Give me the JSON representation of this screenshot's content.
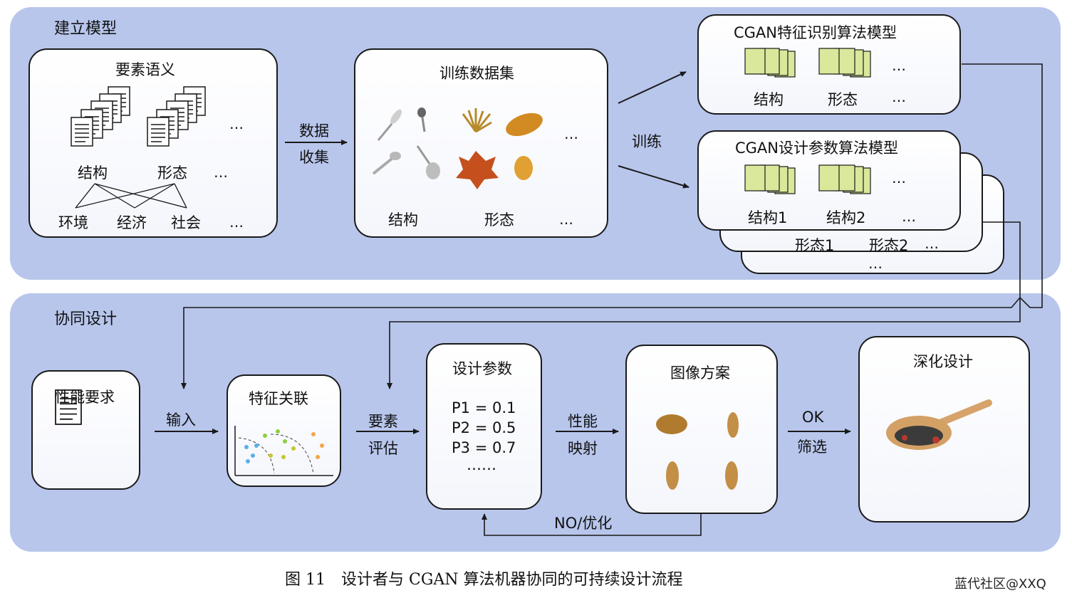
{
  "top": {
    "title": "建立模型",
    "semantics": {
      "title": "要素语义",
      "doc_labels": [
        "结构",
        "形态"
      ],
      "factors": [
        "环境",
        "经济",
        "社会"
      ],
      "ellipsis": "…"
    },
    "collect_label": [
      "数据",
      "收集"
    ],
    "training_set": {
      "title": "训练数据集",
      "labels": [
        "结构",
        "形态"
      ],
      "ellipsis": "…"
    },
    "train_label": "训练",
    "recognition_model": {
      "title": "CGAN特征识别算法模型",
      "labels": [
        "结构",
        "形态"
      ],
      "ellipsis": "…"
    },
    "parameter_model": {
      "title": "CGAN设计参数算法模型",
      "labels": [
        "结构1",
        "结构2"
      ],
      "stack_labels": [
        "形态1",
        "形态2"
      ],
      "ellipsis": "…"
    }
  },
  "bottom": {
    "title": "协同设计",
    "performance": {
      "title": "性能要求"
    },
    "input_label": "输入",
    "feature": {
      "title": "特征关联"
    },
    "evaluate_label": [
      "要素",
      "评估"
    ],
    "design_params": {
      "title": "设计参数",
      "lines": [
        "P1 = 0.1",
        "P2 = 0.5",
        "P3 = 0.7",
        "……"
      ]
    },
    "mapping_label": [
      "性能",
      "映射"
    ],
    "image_scheme": {
      "title": "图像方案"
    },
    "filter_label": [
      "OK",
      "筛选"
    ],
    "deepen": {
      "title": "深化设计"
    },
    "feedback_label": "NO/优化"
  },
  "caption": "图 11　设计者与 CGAN 算法机器协同的可持续设计流程",
  "watermark": "蓝代社区@XXQ",
  "colors": {
    "panel": "#b8c6ec",
    "card": "#d9e89a",
    "line": "#1a1a1a"
  }
}
